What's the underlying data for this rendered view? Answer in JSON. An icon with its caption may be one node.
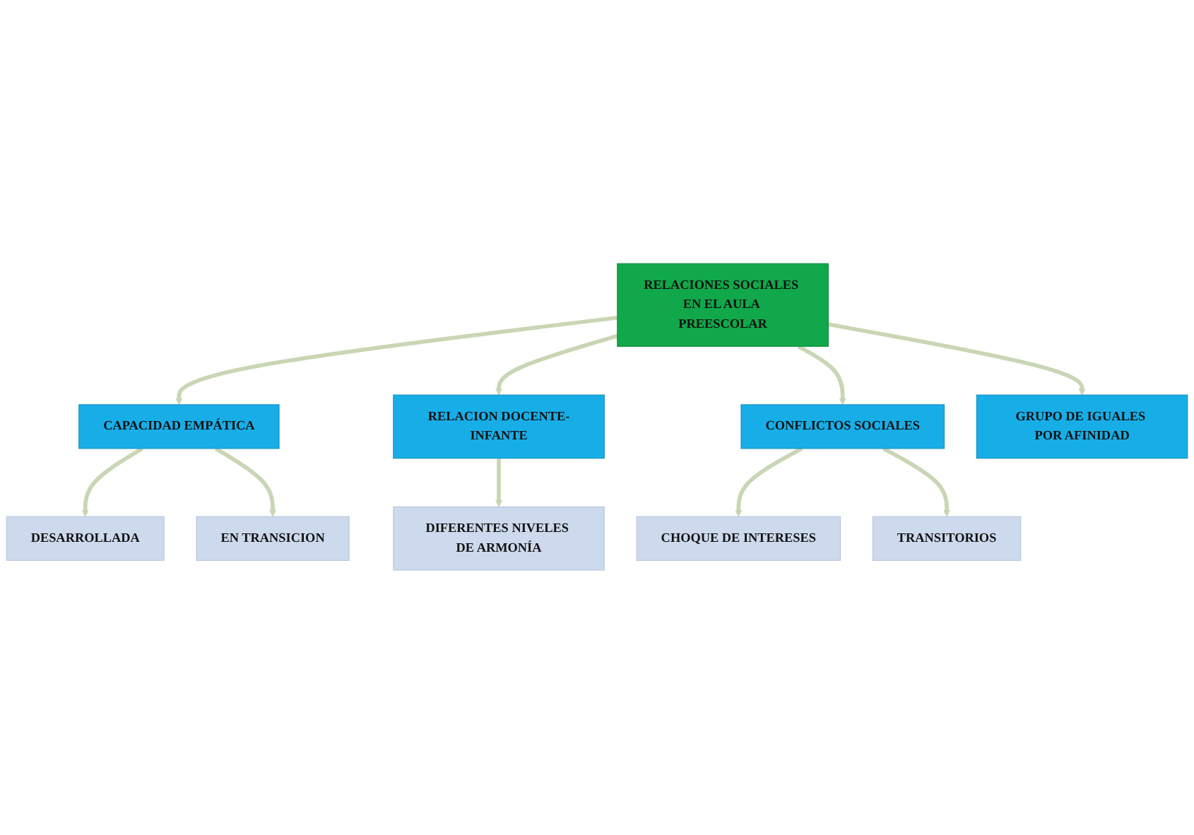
{
  "diagram": {
    "nodes": [
      {
        "text": [
          "RELACIONES SOCIALES EN EL AULA PREESCOLAR"
        ]
      },
      {
        "text": [
          "CAPACIDAD EMPÁTICA"
        ]
      },
      {
        "text": [
          "RELACION DOCENTE-INFANTE"
        ]
      },
      {
        "text": [
          "DESARROLLADA"
        ]
      },
      {
        "text": [
          "EN TRANSICION"
        ]
      },
      {
        "text": [
          "CONFLICTOS SOCIALES"
        ]
      },
      {
        "text": [
          "DIFERENTES NIVELES DE ARMONÍA"
        ]
      },
      {
        "text": [
          "CHOQUE DE INTERESES"
        ]
      },
      {
        "text": [
          "TRANSITORIOS"
        ]
      },
      {
        "text": [
          "GRUPO DE IGUALES POR AFINIDAD"
        ]
      }
    ],
    "edges": [
      {
        "from": 0,
        "to": 1,
        "arrow": "to"
      },
      {
        "from": 0,
        "to": 2,
        "arrow": "to"
      },
      {
        "from": 0,
        "to": 5,
        "arrow": "to"
      },
      {
        "from": 0,
        "to": 9,
        "arrow": "to"
      },
      {
        "from": 1,
        "to": 3,
        "arrow": "to"
      },
      {
        "from": 1,
        "to": 4,
        "arrow": "to"
      },
      {
        "from": 2,
        "to": 6,
        "arrow": "to"
      },
      {
        "from": 5,
        "to": 7,
        "arrow": "to"
      },
      {
        "from": 5,
        "to": 8,
        "arrow": "to"
      }
    ]
  }
}
